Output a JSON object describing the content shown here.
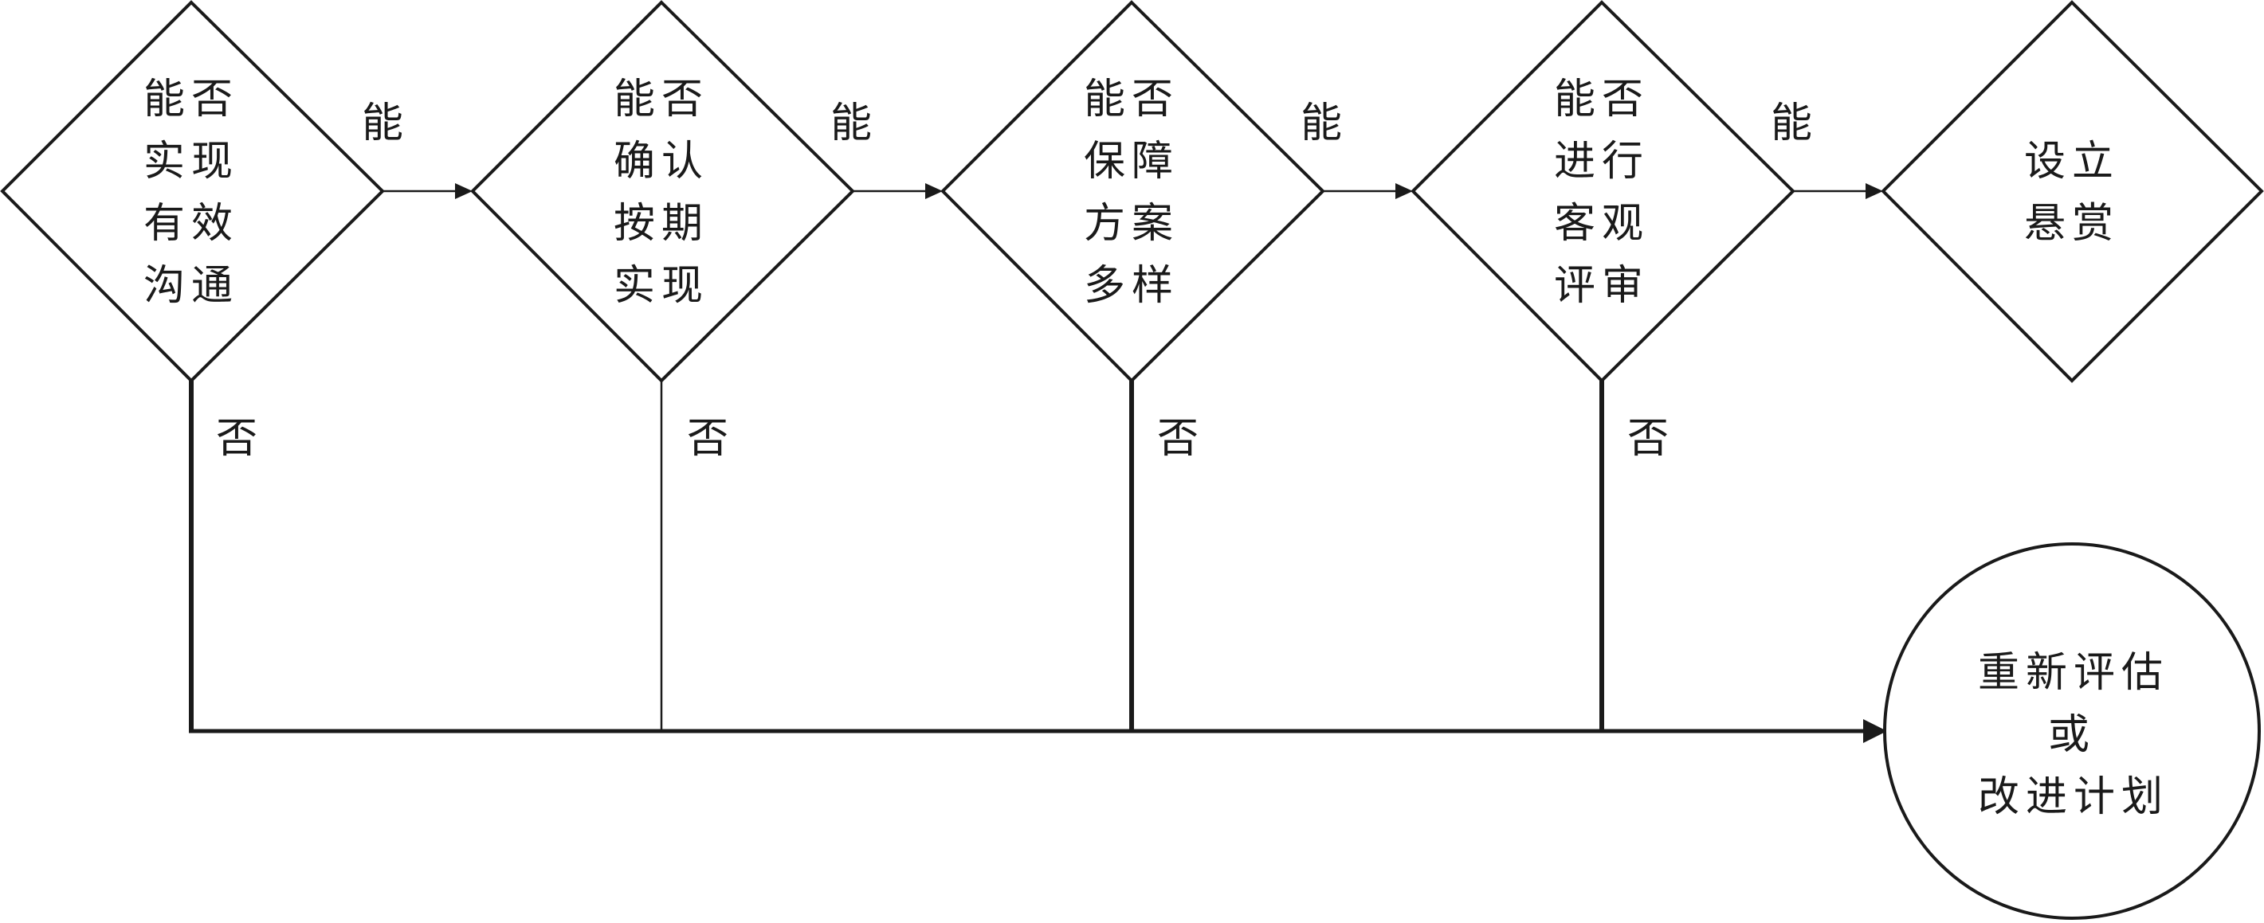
{
  "decisions": [
    {
      "lines": [
        "能否",
        "实现",
        "有效",
        "沟通"
      ],
      "yes_label": "能",
      "no_label": "否"
    },
    {
      "lines": [
        "能否",
        "确认",
        "按期",
        "实现"
      ],
      "yes_label": "能",
      "no_label": "否"
    },
    {
      "lines": [
        "能否",
        "保障",
        "方案",
        "多样"
      ],
      "yes_label": "能",
      "no_label": "否"
    },
    {
      "lines": [
        "能否",
        "进行",
        "客观",
        "评审"
      ],
      "yes_label": "能",
      "no_label": "否"
    }
  ],
  "success_node": {
    "lines": [
      "设立",
      "悬赏"
    ]
  },
  "fallback_node": {
    "lines": [
      "重新评估",
      "或",
      "改进计划"
    ]
  }
}
